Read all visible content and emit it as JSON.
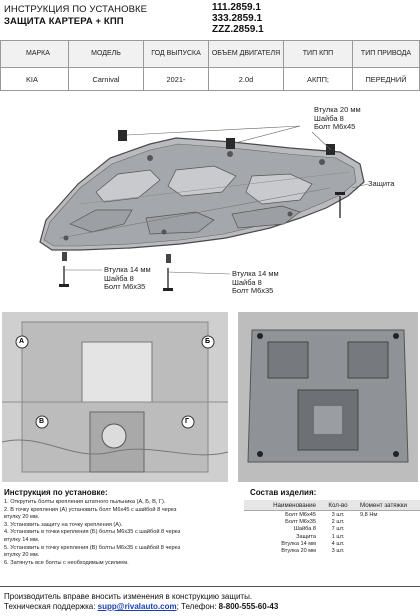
{
  "header": {
    "title_line1": "ИНСТРУКЦИЯ ПО УСТАНОВКЕ",
    "title_line2": "ЗАЩИТА КАРТЕРА + КПП",
    "codes": [
      "111.2859.1",
      "333.2859.1",
      "ZZZ.2859.1"
    ]
  },
  "spec_table": {
    "headers": [
      "МАРКА",
      "МОДЕЛЬ",
      "ГОД ВЫПУСКА",
      "ОБЪЕМ ДВИГАТЕЛЯ",
      "ТИП КПП",
      "ТИП ПРИВОДА"
    ],
    "row": [
      "KIA",
      "Carnival",
      "2021-",
      "2.0d",
      "АКПП;",
      "ПЕРЕДНИЙ"
    ]
  },
  "diagram": {
    "callout_top_right": [
      "Втулка 20 мм",
      "Шайба 8",
      "Болт М6х45"
    ],
    "callout_protection": "Защита",
    "callout_bottom_left": [
      "Втулка 14 мм",
      "Шайба 8",
      "Болт М6х35"
    ],
    "callout_bottom_right": [
      "Втулка 14 мм",
      "Шайба 8",
      "Болт М6х35"
    ]
  },
  "photo_labels": {
    "letters": [
      "А",
      "Б",
      "В",
      "Г"
    ]
  },
  "instructions": {
    "title": "Инструкция по установке:",
    "steps": [
      "1. Открутить болты крепления штатного пыльника (А, Б, В, Г).",
      "2. В точку крепления (А) установить болт М6х45 с шайбой 8 через",
      "втулку 20 мм.",
      "3. Установить защиту на точку крепления (А).",
      "4. Установить в точки крепления (Б) болты М6х35 с шайбой 8 через",
      "втулку 14 мм.",
      "5. Установить в точку крепления (В) болты М6х35 с шайбой 8 через",
      "втулку 20 мм.",
      "6. Затянуть все болты с необходимым усилием."
    ]
  },
  "components": {
    "title": "Состав изделия:",
    "headers": [
      "Наименование",
      "Кол-во",
      "Момент затяжки"
    ],
    "rows": [
      [
        "Болт М6х45",
        "3 шт.",
        "9,8 Нм"
      ],
      [
        "Болт М6х35",
        "2 шт.",
        ""
      ],
      [
        "Шайба 8",
        "7 шт.",
        ""
      ],
      [
        "Защита",
        "1 шт.",
        ""
      ],
      [
        "Втулка 14 мм",
        "4 шт.",
        ""
      ],
      [
        "Втулка 20 мм",
        "3 шт.",
        ""
      ]
    ]
  },
  "footer": {
    "line1": "Производитель вправе вносить изменения в конструкцию защиты.",
    "prefix": "Техническая поддержка: ",
    "email": "supp@rivalauto.com",
    "phone_prefix": "; Телефон: ",
    "phone": "8-800-555-60-43"
  }
}
